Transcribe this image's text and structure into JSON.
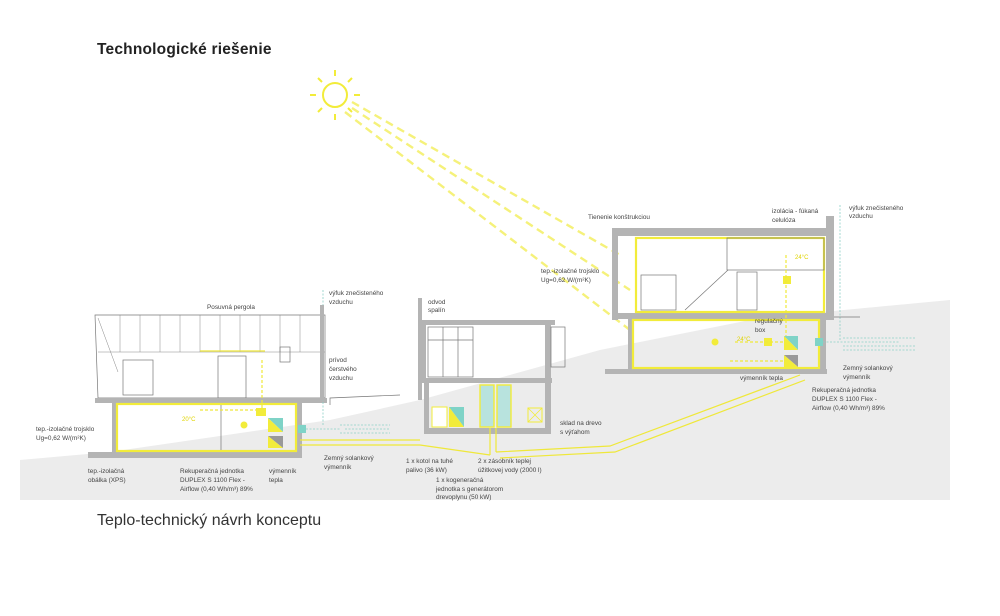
{
  "title": "Technologické riešenie",
  "caption": "Teplo-technický návrh konceptu",
  "colors": {
    "insulation": "#f2ec3a",
    "exchanger": "#7fd3c7",
    "wall": "#b4b4b4",
    "ground": "#ececec"
  },
  "labels": {
    "pergola": "Posuvná pergola",
    "exhaust_left": [
      "výfuk znečisteného",
      "vzduchu"
    ],
    "fresh_air": [
      "prívod",
      "čerstvého",
      "vzduchu"
    ],
    "glazing_left": [
      "tep.-izolačné trojsklo",
      "Ug=0,62 W/(m²K)"
    ],
    "xps": [
      "tep.-izolačná",
      "obálka (XPS)"
    ],
    "recup_left": [
      "Rekuperačná jednotka",
      "DUPLEX S 1100 Flex -",
      "Airflow (0,40 Wh/m³) 89%"
    ],
    "hx_left": [
      "výmenník",
      "tepla"
    ],
    "ground_hx_left": [
      "Zemný solankový",
      "výmenník"
    ],
    "flue": [
      "odvod",
      "spalín"
    ],
    "boiler": [
      "1 x kotol na tuhé",
      "palivo (36 kW)"
    ],
    "cogen": [
      "1 x kogeneračná",
      "jednotka s generátorom",
      "drevoplynu (50 kW)"
    ],
    "tanks": [
      "2 x zásobník teplej",
      "úžitkovej vody (2000 l)"
    ],
    "wood": [
      "sklad na drevo",
      "s výťahom"
    ],
    "shading": "Tienenie konštrukciou",
    "insulation_right": [
      "izolácia - fúkaná",
      "celulóza"
    ],
    "exhaust_right": [
      "výfuk znečisteného",
      "vzduchu"
    ],
    "glazing_right": [
      "tep.-izolačné trojsklo",
      "Ug=0,62 W/(m²K)"
    ],
    "reg_box": [
      "regulačný",
      "box"
    ],
    "hx_right": "výmenník tepla",
    "ground_hx_right": [
      "Zemný solankový",
      "výmenník"
    ],
    "recup_right": [
      "Rekuperačná jednotka",
      "DUPLEX S 1100 Flex -",
      "Airflow (0,40 Wh/m³) 89%"
    ],
    "temp_left": "20°C",
    "temp_right_upper": "24°C",
    "temp_right_lower": "24°C"
  }
}
